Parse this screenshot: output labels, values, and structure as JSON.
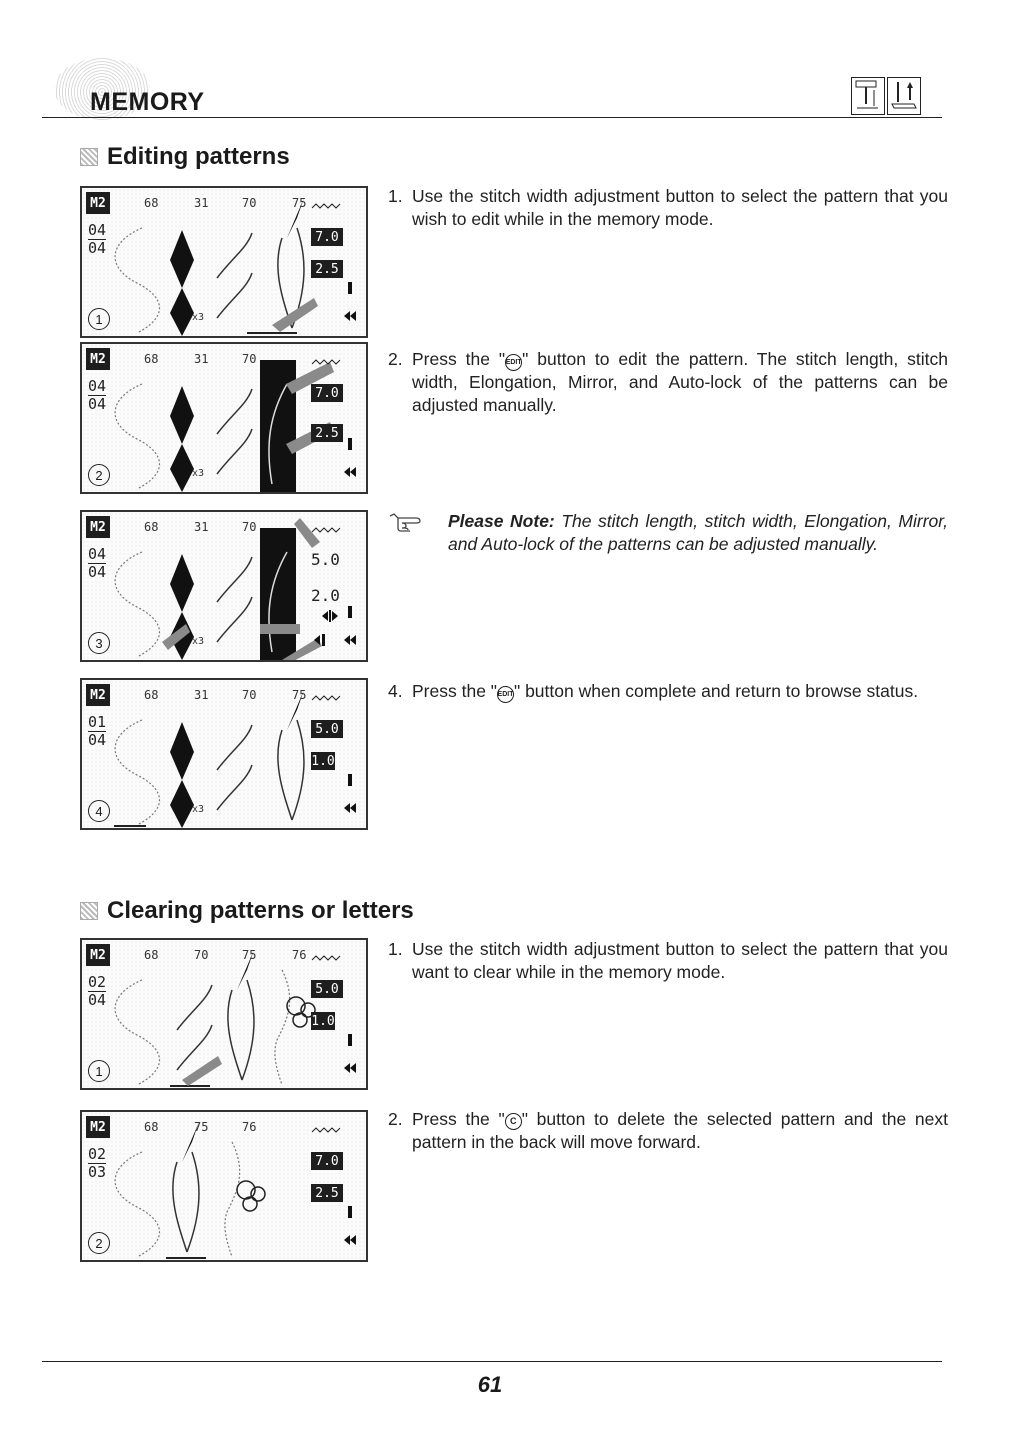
{
  "header": {
    "title": "MEMORY",
    "icons": [
      "presser-foot-icon",
      "sewing-foot-icon"
    ]
  },
  "editing": {
    "heading": "Editing patterns",
    "steps": [
      {
        "number": "1.",
        "text": "Use the stitch width adjustment button to select the pattern that you wish to edit while in the memory mode."
      },
      {
        "number": "2.",
        "before": "Press the \"",
        "button": "EDIT",
        "after": "\" button to edit the pattern. The stitch length, stitch width, Elongation, Mirror, and Auto-lock of the patterns can be adjusted manually."
      },
      {
        "number": "4.",
        "before": "Press the \"",
        "button": "EDIT",
        "after": "\" button when complete and return to browse status."
      }
    ],
    "note": {
      "label": "Please Note:",
      "text": "The stitch length, stitch width, Elongation, Mirror, and Auto-lock of the patterns can be adjusted manually."
    },
    "screens": [
      {
        "number": "1",
        "tag": "M2",
        "codes": [
          "68",
          "31",
          "70",
          "75"
        ],
        "count_top": "04",
        "count_bottom": "04",
        "value_top": "7.0",
        "value_bottom": "2.5",
        "multiplier": "x3"
      },
      {
        "number": "2",
        "tag": "M2",
        "codes": [
          "68",
          "31",
          "70"
        ],
        "count_top": "04",
        "count_bottom": "04",
        "value_top": "7.0",
        "value_bottom": "2.5",
        "multiplier": "x3"
      },
      {
        "number": "3",
        "tag": "M2",
        "codes": [
          "68",
          "31",
          "70"
        ],
        "count_top": "04",
        "count_bottom": "04",
        "value_top": "5.0",
        "value_bottom": "2.0",
        "multiplier": "x3"
      },
      {
        "number": "4",
        "tag": "M2",
        "codes": [
          "68",
          "31",
          "70",
          "75"
        ],
        "count_top": "01",
        "count_bottom": "04",
        "value_top": "5.0",
        "value_bottom": "1.0",
        "multiplier": "x3"
      }
    ]
  },
  "clearing": {
    "heading": "Clearing patterns or letters",
    "steps": [
      {
        "number": "1.",
        "text": "Use the stitch width adjustment button to select the pattern that you want to clear while in the memory mode."
      },
      {
        "number": "2.",
        "before": "Press the \"",
        "button": "C",
        "after": "\" button to delete the selected pattern and the next pattern in the back will move forward."
      }
    ],
    "screens": [
      {
        "number": "1",
        "tag": "M2",
        "codes": [
          "68",
          "70",
          "75",
          "76"
        ],
        "count_top": "02",
        "count_bottom": "04",
        "value_top": "5.0",
        "value_bottom": "1.0"
      },
      {
        "number": "2",
        "tag": "M2",
        "codes": [
          "68",
          "75",
          "76"
        ],
        "count_top": "02",
        "count_bottom": "03",
        "value_top": "7.0",
        "value_bottom": "2.5"
      }
    ]
  },
  "footer": {
    "page_number": "61"
  },
  "colors": {
    "ink": "#1a1a1a",
    "lcd_bg": "#fbfbfb",
    "lcd_dark": "#1e1e1e",
    "arrow_gray": "#8a8a8a"
  }
}
